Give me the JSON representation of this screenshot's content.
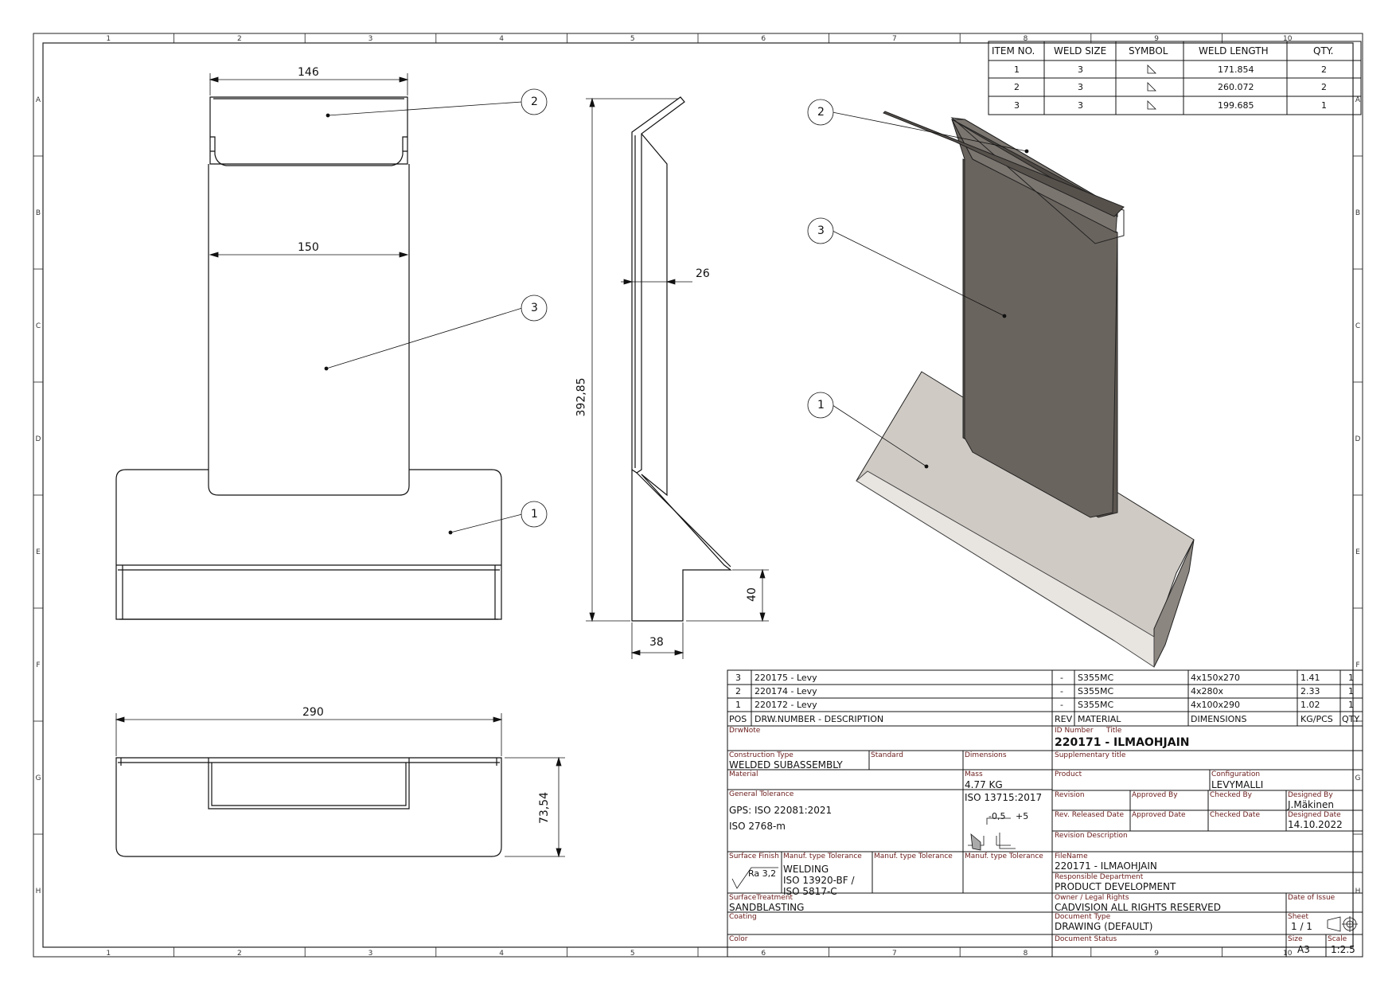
{
  "border_grid": {
    "columns": [
      "1",
      "2",
      "3",
      "4",
      "5",
      "6",
      "7",
      "8",
      "9",
      "10"
    ],
    "rows": [
      "A",
      "B",
      "C",
      "D",
      "E",
      "F",
      "G",
      "H"
    ]
  },
  "views": {
    "front": {
      "dim_top": "146",
      "dim_mid": "150"
    },
    "side": {
      "dim_height": "392,85",
      "dim_thickness": "26",
      "dim_foot_h": "40",
      "dim_foot_w": "38"
    },
    "bottom": {
      "dim_width": "290",
      "dim_depth": "73,54"
    },
    "balloons": [
      "1",
      "2",
      "3"
    ]
  },
  "weld_table": {
    "headers": [
      "ITEM NO.",
      "WELD SIZE",
      "SYMBOL",
      "WELD LENGTH",
      "QTY."
    ],
    "rows": [
      {
        "item": "1",
        "size": "3",
        "length": "171.854",
        "qty": "2"
      },
      {
        "item": "2",
        "size": "3",
        "length": "260.072",
        "qty": "2"
      },
      {
        "item": "3",
        "size": "3",
        "length": "199.685",
        "qty": "1"
      }
    ]
  },
  "parts_list": {
    "rows": [
      {
        "pos": "3",
        "desc": "220175 - Levy",
        "rev": "-",
        "material": "S355MC",
        "dims": "4x150x270",
        "kg": "1.41",
        "qty": "1"
      },
      {
        "pos": "2",
        "desc": "220174 - Levy",
        "rev": "-",
        "material": "S355MC",
        "dims": "4x280x",
        "kg": "2.33",
        "qty": "1"
      },
      {
        "pos": "1",
        "desc": "220172 - Levy",
        "rev": "-",
        "material": "S355MC",
        "dims": "4x100x290",
        "kg": "1.02",
        "qty": "1"
      }
    ],
    "headers": {
      "pos": "POS",
      "desc": "DRW.NUMBER - DESCRIPTION",
      "rev": "REV",
      "material": "MATERIAL",
      "dims": "DIMENSIONS",
      "kg": "KG/PCS",
      "qty": "QTY"
    }
  },
  "title_block": {
    "drwnote_label": "DrwNote",
    "id_number_label": "ID Number",
    "title_label": "Title",
    "title": "220171 - ILMAOHJAIN",
    "construction_type_label": "Construction Type",
    "construction_type": "WELDED SUBASSEMBLY",
    "standard_label": "Standard",
    "dimensions_label": "Dimensions",
    "supplementary_label": "Supplementary title",
    "material_label": "Material",
    "mass_label": "Mass",
    "mass": "4.77 KG",
    "product_label": "Product",
    "configuration_label": "Configuration",
    "configuration": "LEVYMALLI",
    "general_tolerance_label": "General Tolerance",
    "gps": "GPS: ISO 22081:2021",
    "iso2768": "ISO 2768-m",
    "iso13715": "ISO 13715:2017",
    "edge_minus": "-0,5",
    "edge_plus": "+5",
    "revision_label": "Revision",
    "approved_by_label": "Approved By",
    "checked_by_label": "Checked By",
    "designed_by_label": "Designed By",
    "designed_by": "J.Mäkinen",
    "rev_released_label": "Rev. Released Date",
    "approved_date_label": "Approved Date",
    "checked_date_label": "Checked Date",
    "designed_date_label": "Designed Date",
    "designed_date": "14.10.2022",
    "revision_desc_label": "Revision Description",
    "surface_finish_label": "Surface Finish",
    "ra": "Ra 3,2",
    "manuf_tol_label_1": "Manuf. type Tolerance",
    "manuf_tol_label_2": "Manuf. type Tolerance",
    "manuf_tol_label_3": "Manuf. type Tolerance",
    "welding": "WELDING",
    "iso13920": "ISO 13920-BF /",
    "iso5817": "ISO 5817-C",
    "filename_label": "FileName",
    "filename": "220171 - ILMAOHJAIN",
    "resp_dept_label": "Responsible Department",
    "resp_dept": "PRODUCT DEVELOPMENT",
    "surface_treatment_label": "SurfaceTreatment",
    "surface_treatment": "SANDBLASTING",
    "owner_label": "Owner / Legal Rights",
    "owner": "CADVISION ALL RIGHTS RESERVED",
    "date_of_issue_label": "Date of Issue",
    "coating_label": "Coating",
    "doc_type_label": "Document Type",
    "doc_type": "DRAWING (DEFAULT)",
    "sheet_label": "Sheet",
    "sheet": "1 / 1",
    "color_label": "Color",
    "doc_status_label": "Document Status",
    "size_label": "Size",
    "size": "A3",
    "scale_label": "Scale",
    "scale": "1:2.5"
  },
  "colors": {
    "line": "#1a1a1a",
    "label": "#6a1b1b",
    "part_dark": "#5b554f",
    "part_light": "#cfcac4"
  }
}
